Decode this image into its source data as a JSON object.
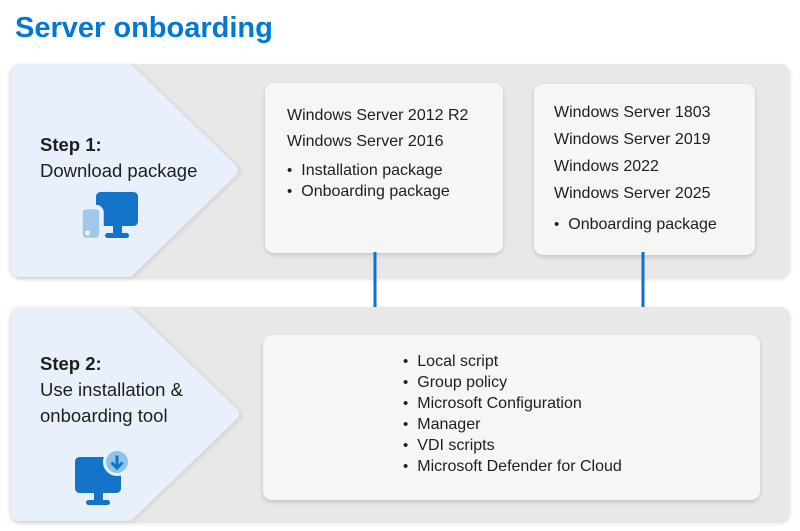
{
  "title": "Server onboarding",
  "colors": {
    "accent_blue": "#0078d4",
    "arrow_blue": "#1072c6",
    "icon_blue": "#1273c8",
    "icon_light_blue": "#9fc8eb",
    "band_gray": "#e9e8e8",
    "chevron_light_blue": "#e7f0fb",
    "card_bg": "#f6f6f6"
  },
  "step1": {
    "label": "Step 1:",
    "description": "Download package",
    "icon": "monitor-phone-icon",
    "card_legacy": {
      "lines": [
        "Windows Server 2012 R2",
        "Windows Server 2016"
      ],
      "bullets": [
        "Installation package",
        "Onboarding package"
      ]
    },
    "card_modern": {
      "lines": [
        "Windows Server 1803",
        "Windows Server 2019",
        "Windows 2022",
        "Windows Server 2025"
      ],
      "bullets": [
        "Onboarding package"
      ]
    }
  },
  "step2": {
    "label": "Step 2:",
    "description": "Use installation & onboarding tool",
    "icon": "monitor-download-icon",
    "bullets": [
      "Local script",
      "Group policy",
      "Microsoft Configuration",
      "Manager",
      "VDI scripts",
      "Microsoft Defender for Cloud"
    ]
  }
}
